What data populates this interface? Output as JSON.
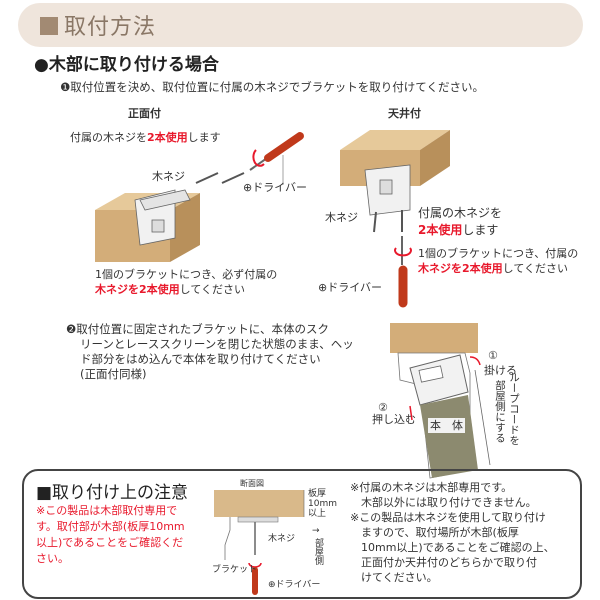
{
  "header": {
    "title": "取付方法"
  },
  "section": {
    "title": "●木部に取り付ける場合",
    "step1": "❶取付位置を決め、取付位置に付属の木ネジでブラケットを取り付けてください。",
    "front": {
      "label": "正面付",
      "note_pre": "付属の木ネジを",
      "note_red": "2本使用",
      "note_post": "します",
      "screw_label": "木ネジ",
      "driver_label": "⊕ドライバー",
      "caption_line1": "1個のブラケットにつき、必ず付属の",
      "caption_red": "木ネジを2本使用",
      "caption_post": "してください"
    },
    "ceiling": {
      "label": "天井付",
      "screw_label": "木ネジ",
      "note_line1": "付属の木ネジを",
      "note_red": "2本使用",
      "note_post": "します",
      "caption_line1": "1個のブラケットにつき、付属の",
      "caption_red": "木ネジを2本使用",
      "caption_post": "してください",
      "driver_label": "⊕ドライバー"
    },
    "step2": [
      "❷取付位置に固定されたブラケットに、本体のスク",
      "リーンとレーススクリーンを閉じた状態のまま、ヘッ",
      "ド部分をはめ込んで本体を取り付けてください",
      "(正面付同様)"
    ],
    "step2_fig": {
      "hook_num": "①",
      "hook_label": "掛ける",
      "push_num": "②",
      "push_label": "押し込む",
      "body_label": "本　体",
      "cord_col1": "ループコードを",
      "cord_col2": "部屋側にする"
    }
  },
  "caution": {
    "title": "■取り付け上の注意",
    "red_lines": [
      "※この製品は木部取付専用で",
      "す。取付部が木部(板厚10mm",
      "以上)であることをご確認くだ",
      "さい。"
    ],
    "fig": {
      "title": "断面図",
      "thickness": [
        "板厚",
        "10mm",
        "以上"
      ],
      "screw": "木ネジ",
      "room_arrow": "→",
      "room": "部屋側",
      "bracket": "ブラケット",
      "driver": "⊕ドライバー"
    },
    "notes": [
      "※付属の木ネジは木部専用です。",
      "　木部以外には取り付けできません。",
      "※この製品は木ネジを使用して取り付け",
      "　ますので、取付場所が木部(板厚",
      "　10mm以上)であることをご確認の上、",
      "　正面付か天井付のどちらかで取り付",
      "　けてください。"
    ]
  },
  "colors": {
    "header_bg": "#efe5dc",
    "header_text": "#8a7766",
    "accent_red": "#e8192c",
    "wood": "#d9b98a",
    "driver": "#c0391b"
  }
}
